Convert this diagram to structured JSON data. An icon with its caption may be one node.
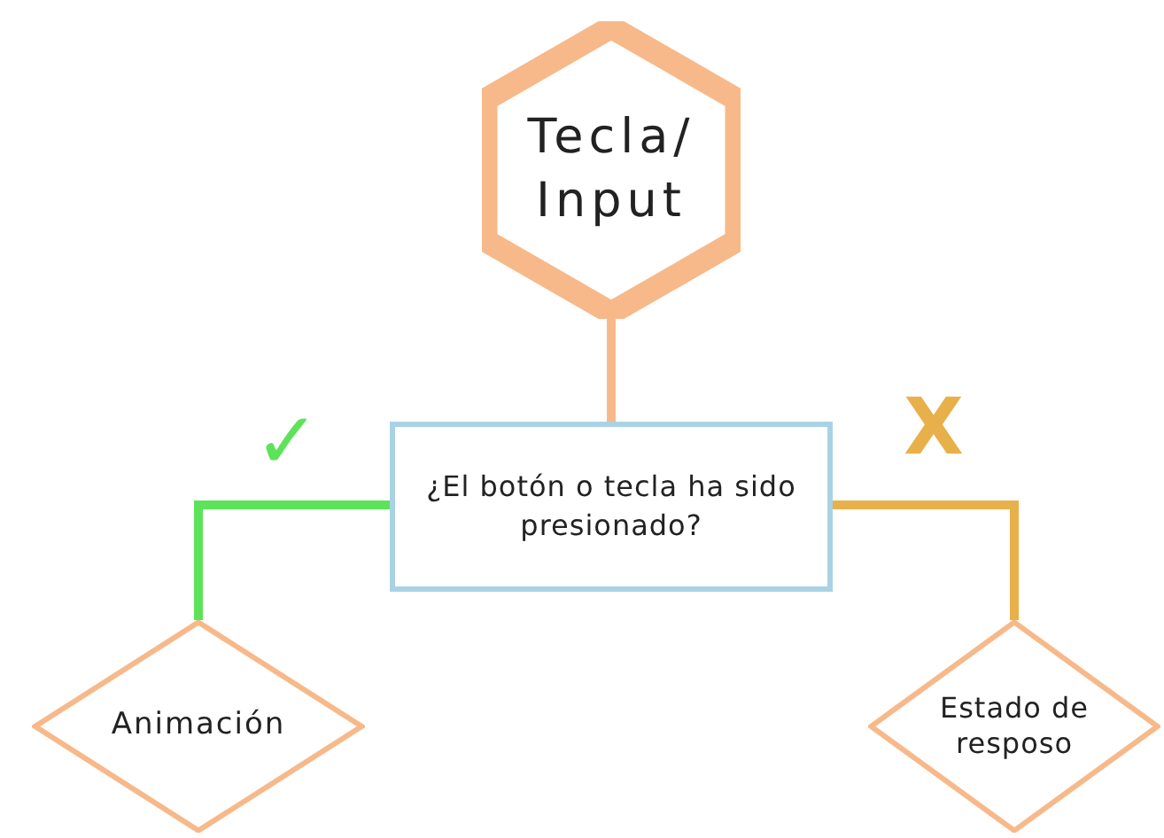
{
  "diagram": {
    "nodes": [
      {
        "text": [
          "Tecla/ Input"
        ]
      },
      {
        "text": [
          "¿El botón o tecla ha sido presionado?"
        ]
      },
      {
        "text": [
          "Animación"
        ]
      },
      {
        "text": [
          "Estado de resposo"
        ]
      }
    ],
    "edges": [
      {
        "from": 0,
        "to": 1,
        "arrow": "none",
        "color": "#f7b98a"
      },
      {
        "from": 1,
        "to": 2,
        "arrow": "none",
        "label": "✓",
        "color": "#5de35a"
      },
      {
        "from": 1,
        "to": 3,
        "arrow": "none",
        "label": "X",
        "color": "#e8b04a"
      }
    ]
  }
}
